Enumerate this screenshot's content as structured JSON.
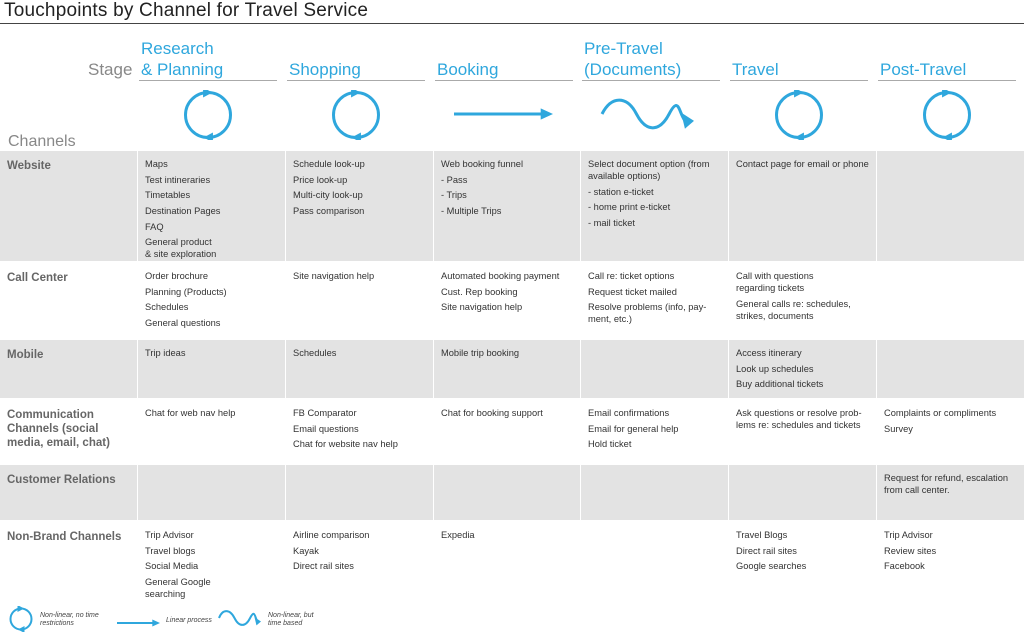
{
  "title": "Touchpoints by Channel for Travel Service",
  "stage_label": "Stage",
  "channels_label": "Channels",
  "stages": [
    {
      "name": "Research & Planning",
      "line1": "Research",
      "line2": "& Planning",
      "icon": "circular-arrow-icon"
    },
    {
      "name": "Shopping",
      "line1": "",
      "line2": "Shopping",
      "icon": "circular-arrow-icon"
    },
    {
      "name": "Booking",
      "line1": "",
      "line2": "Booking",
      "icon": "linear-arrow-icon"
    },
    {
      "name": "Pre-Travel (Documents)",
      "line1": "Pre-Travel",
      "line2": "(Documents)",
      "icon": "wave-arrow-icon"
    },
    {
      "name": "Travel",
      "line1": "",
      "line2": "Travel",
      "icon": "circular-arrow-icon"
    },
    {
      "name": "Post-Travel",
      "line1": "",
      "line2": "Post-Travel",
      "icon": "circular-arrow-icon"
    }
  ],
  "channels": [
    {
      "name": "Website",
      "cells": [
        [
          "Maps",
          "Test intineraries",
          "Timetables",
          "Destination Pages",
          "FAQ",
          "General product\n& site exploration"
        ],
        [
          "Schedule look-up",
          "Price look-up",
          "Multi-city look-up",
          "Pass comparison"
        ],
        [
          "Web booking funnel",
          "- Pass",
          "- Trips",
          "- Multiple Trips"
        ],
        [
          "Select document option (from\navailable options)",
          "- station e-ticket",
          "- home print e-ticket",
          "- mail ticket"
        ],
        [
          "Contact page for email or phone"
        ],
        []
      ]
    },
    {
      "name": "Call Center",
      "cells": [
        [
          "Order brochure",
          "Planning (Products)",
          "Schedules",
          "General questions"
        ],
        [
          "Site navigation help"
        ],
        [
          "Automated booking payment",
          "Cust. Rep booking",
          "Site navigation help"
        ],
        [
          "Call re: ticket options",
          "Request ticket mailed",
          "Resolve problems (info, pay-\nment, etc.)"
        ],
        [
          "Call with questions\nregarding tickets",
          "General calls re: schedules,\nstrikes, documents"
        ],
        []
      ]
    },
    {
      "name": "Mobile",
      "cells": [
        [
          "Trip ideas"
        ],
        [
          "Schedules"
        ],
        [
          "Mobile trip booking"
        ],
        [],
        [
          "Access itinerary",
          "Look up schedules",
          "Buy additional tickets"
        ],
        []
      ]
    },
    {
      "name": "Communication\nChannels (social\nmedia, email, chat)",
      "cells": [
        [
          "Chat for web nav help"
        ],
        [
          "FB Comparator",
          "Email questions",
          "Chat for website nav help"
        ],
        [
          "Chat for booking support"
        ],
        [
          "Email confirmations",
          "Email for general help",
          "Hold ticket"
        ],
        [
          "Ask questions or resolve prob-\nlems re: schedules and tickets"
        ],
        [
          "Complaints or compliments",
          "Survey"
        ]
      ]
    },
    {
      "name": "Customer Relations",
      "cells": [
        [],
        [],
        [],
        [],
        [],
        [
          "Request for refund, escalation\nfrom call center."
        ]
      ]
    },
    {
      "name": "Non-Brand Channels",
      "cells": [
        [
          "Trip Advisor",
          "Travel blogs",
          "Social Media",
          "General Google\nsearching"
        ],
        [
          "Airline comparison",
          "Kayak",
          "Direct rail sites"
        ],
        [
          "Expedia"
        ],
        [],
        [
          "Travel Blogs",
          "Direct rail sites",
          "Google searches"
        ],
        [
          "Trip Advisor",
          "Review sites",
          "Facebook"
        ]
      ]
    }
  ],
  "legend": [
    {
      "icon": "circular-arrow-icon",
      "text": "Non-linear, no time\nrestrictions"
    },
    {
      "icon": "linear-arrow-icon",
      "text": "Linear process"
    },
    {
      "icon": "wave-arrow-icon",
      "text": "Non-linear, but\ntime based"
    }
  ],
  "colors": {
    "accent": "#2fa7dd",
    "shade": "#e3e3e3",
    "label_gray": "#888888"
  }
}
